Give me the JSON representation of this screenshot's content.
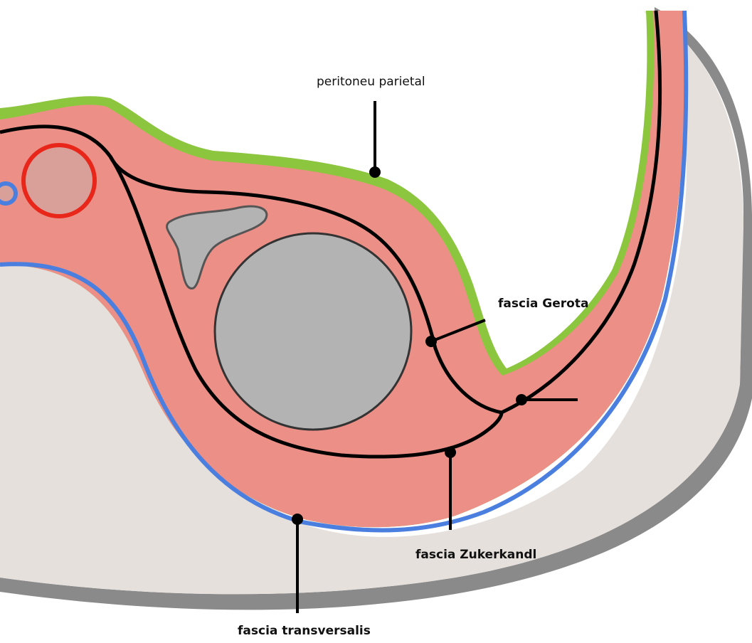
{
  "labels": {
    "peritoneum": "peritoneu parietal",
    "gerota": "fascia Gerota",
    "zuckerkandl": "fascia Zukerkandl",
    "transversalis": "fascia transversalis"
  },
  "colors": {
    "abdominal_wall": "#e5e0dc",
    "wall_shadow": "#8a8a8a",
    "retroperitoneal_fat": "#ec8f86",
    "peritoneum": "#8cc63f",
    "transversalis_line": "#4a7fe0",
    "fascia_lines": "#000000",
    "kidney": "#b3b3b3",
    "vessel_ring": "#e8261a",
    "vessel_fill": "#d9a09a"
  }
}
